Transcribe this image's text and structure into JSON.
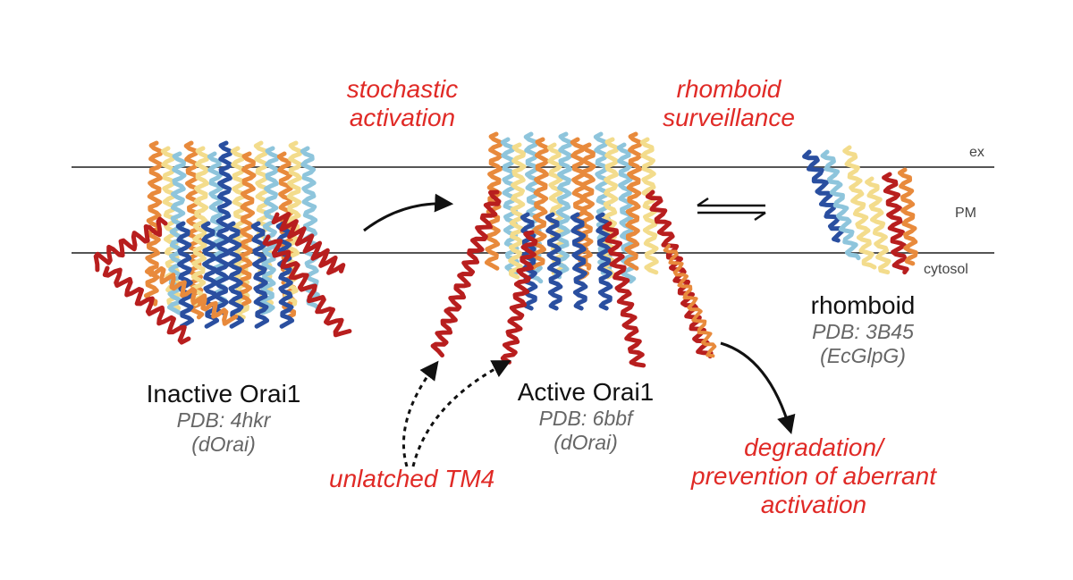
{
  "colors": {
    "accent_red": "#e02a26",
    "membrane_line": "#555555",
    "helix_blue_dark": "#2a4fa0",
    "helix_blue_light": "#8ec5dc",
    "helix_yellow": "#f3dc8c",
    "helix_orange": "#e88a3c",
    "helix_red": "#b81e1e"
  },
  "membrane": {
    "top_label": "ex",
    "middle_label": "PM",
    "bottom_label": "cytosol"
  },
  "arrows": {
    "equilibrium_icon": "reversible-equilibrium-harpoons"
  },
  "annotations": {
    "stochastic_line1": "stochastic",
    "stochastic_line2": "activation",
    "rhomboid_line1": "rhomboid",
    "rhomboid_line2": "surveillance",
    "unlatched": "unlatched TM4",
    "degradation_line1": "degradation/",
    "degradation_line2": "prevention of aberrant",
    "degradation_line3": "activation"
  },
  "structures": {
    "inactive": {
      "name": "Inactive Orai1",
      "pdb": "PDB: 4hkr",
      "organism": "(dOrai)"
    },
    "active": {
      "name": "Active Orai1",
      "pdb": "PDB: 6bbf",
      "organism": "(dOrai)"
    },
    "rhomboid": {
      "name": "rhomboid",
      "pdb": "PDB: 3B45",
      "organism": "(EcGlpG)"
    }
  }
}
